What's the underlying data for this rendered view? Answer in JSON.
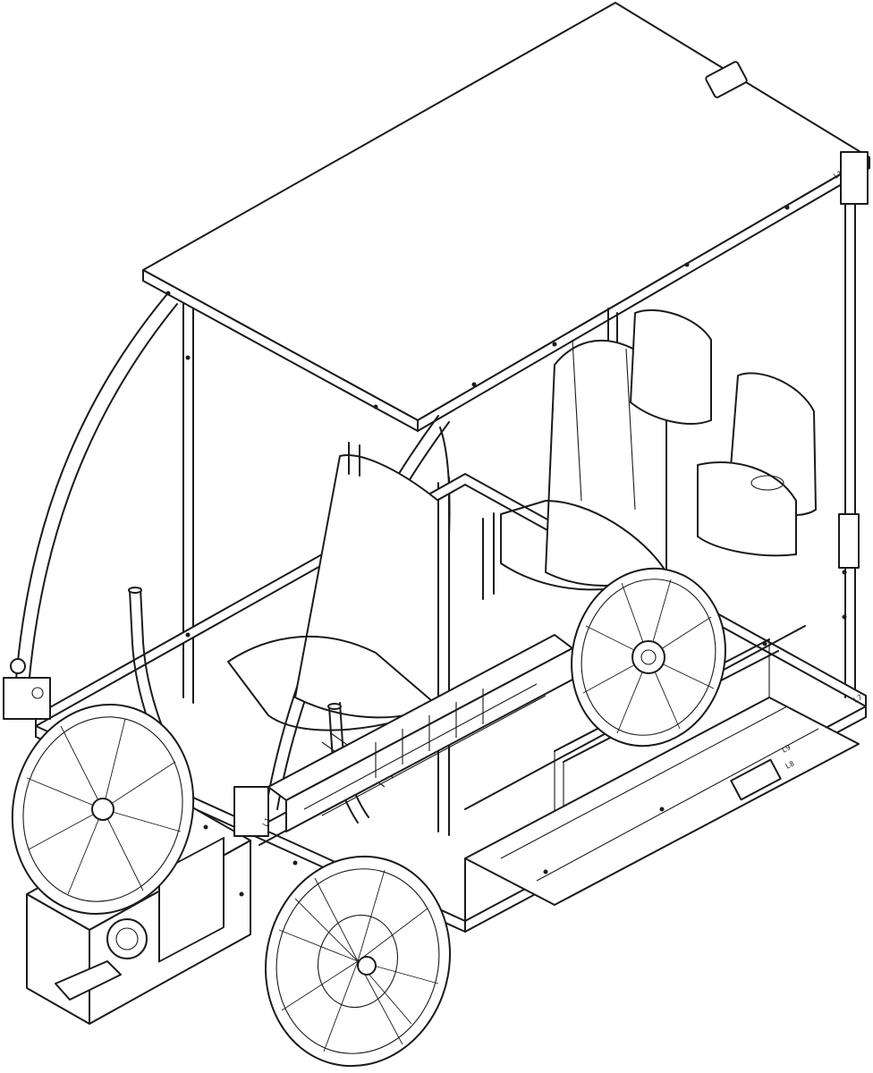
{
  "drawing": {
    "kind": "isometric line drawing",
    "subject": "four-wheeled cargo bike chassis with canopy roof and seats",
    "line_color": "#1b1b1b",
    "background_color": "#ffffff"
  },
  "part_labels": [
    "L9",
    "L8",
    "L7",
    "L2",
    "L1",
    "L10"
  ]
}
